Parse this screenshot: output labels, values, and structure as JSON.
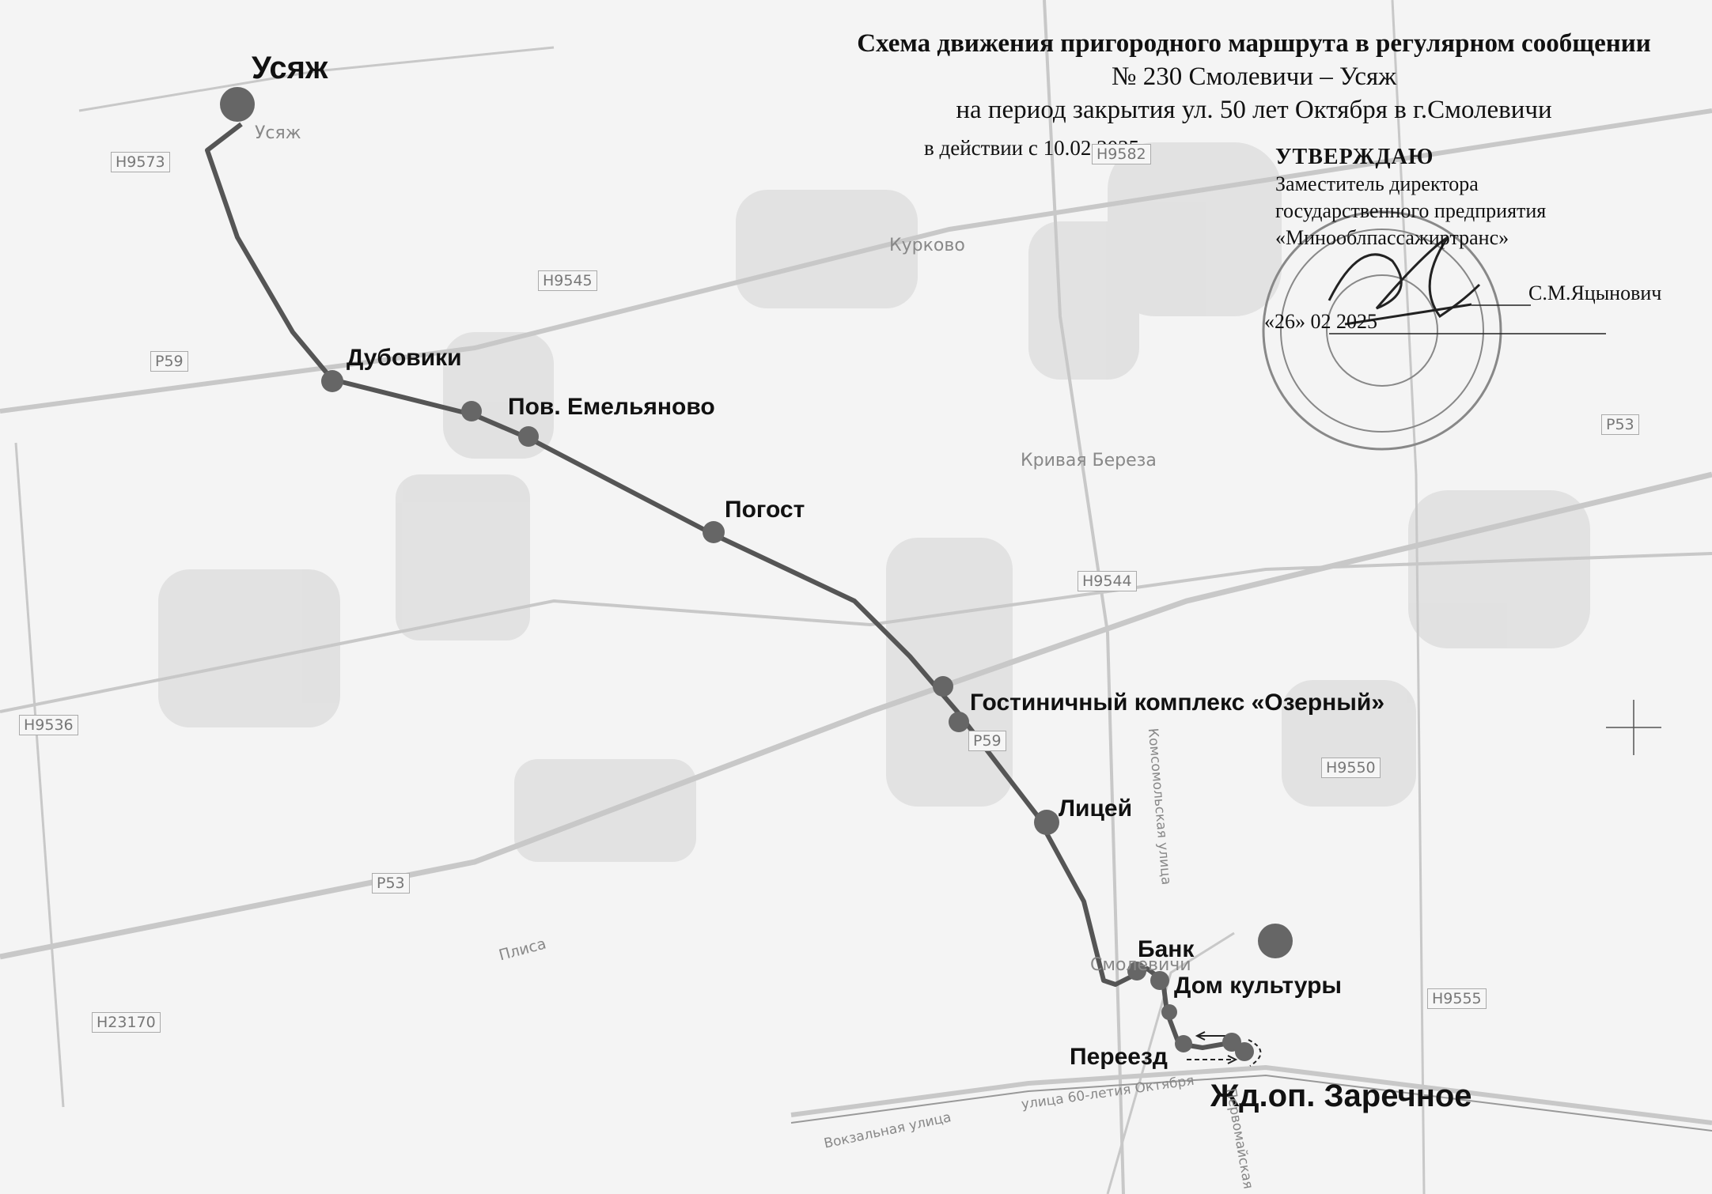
{
  "header": {
    "title_line1": "Схема движения пригородного маршрута в регулярном сообщении",
    "title_line2": "№ 230 Смолевичи – Усяж",
    "title_line3": "на период закрытия ул. 50 лет Октября в г.Смолевичи",
    "effective": "в действии с 10.02.2025"
  },
  "approval": {
    "title": "УТВЕРЖДАЮ",
    "line1": "Заместитель директора",
    "line2": "государственного предприятия",
    "line3": "«Минооблпассажиртранс»",
    "signatory": "С.М.Яцынович",
    "date": "«26» 02 2025"
  },
  "stops": {
    "usyazh": "Усяж",
    "dubovik": "Дубовики",
    "emelyanovo": "Пов. Емельяново",
    "pogost": "Погост",
    "ozerny": "Гостиничный комплекс «Озерный»",
    "licey": "Лицей",
    "bank": "Банк",
    "dom_kultury": "Дом культуры",
    "pereezd": "Переезд",
    "zarechnoe": "Жд.оп. Заречное"
  },
  "roads": {
    "h9573": "Н9573",
    "h9545": "Н9545",
    "p59a": "Р59",
    "p59b": "Р59",
    "h9544": "Н9544",
    "h9536": "Н9536",
    "p53a": "Р53",
    "p53b": "Р53",
    "h9550": "Н9550",
    "h9555": "Н9555",
    "h23170": "Н23170",
    "h9582": "Н9582"
  },
  "places": {
    "usyazh_small": "Усяж",
    "kurkovo": "Курково",
    "krivaya": "Кривая Береза",
    "smolevichi": "Смолевичи",
    "street_60": "улица 60-летия Октября",
    "vokzal": "Вокзальная улица",
    "pervomay": "Первомайская",
    "komsomol": "Комсомольская улица",
    "plissa": "Плиса"
  },
  "colors": {
    "route": "#555555",
    "stop": "#666666",
    "road": "#cfcfcf",
    "forest": "#d6d6d6"
  }
}
